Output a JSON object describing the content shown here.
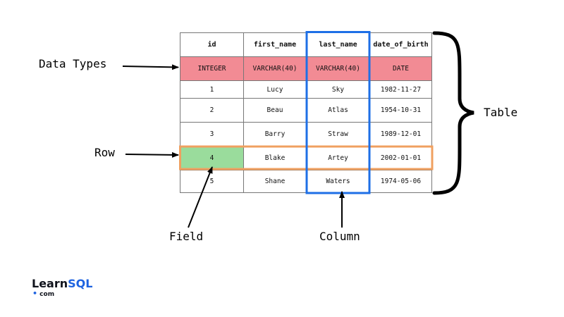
{
  "table": {
    "headers": [
      "id",
      "first_name",
      "last_name",
      "date_of_birth"
    ],
    "types": [
      "INTEGER",
      "VARCHAR(40)",
      "VARCHAR(40)",
      "DATE"
    ],
    "rows": [
      [
        "1",
        "Lucy",
        "Sky",
        "1982-11-27"
      ],
      [
        "2",
        "Beau",
        "Atlas",
        "1954-10-31"
      ],
      [
        "3",
        "Barry",
        "Straw",
        "1989-12-01"
      ],
      [
        "4",
        "Blake",
        "Artey",
        "2002-01-01"
      ],
      [
        "5",
        "Shane",
        "Waters",
        "1974-05-06"
      ]
    ]
  },
  "labels": {
    "data_types": "Data Types",
    "row": "Row",
    "field": "Field",
    "column": "Column",
    "table": "Table"
  },
  "logo": {
    "main_dark": "Learn",
    "main_blue": "SQL",
    "sub_dot": "•",
    "sub": "com"
  },
  "colors": {
    "data_type_fill": "#f28b94",
    "field_fill": "#9adc9c",
    "row_highlight": "#f0a060",
    "column_highlight": "#1e6fe6",
    "logo_blue": "#1e63e0"
  }
}
